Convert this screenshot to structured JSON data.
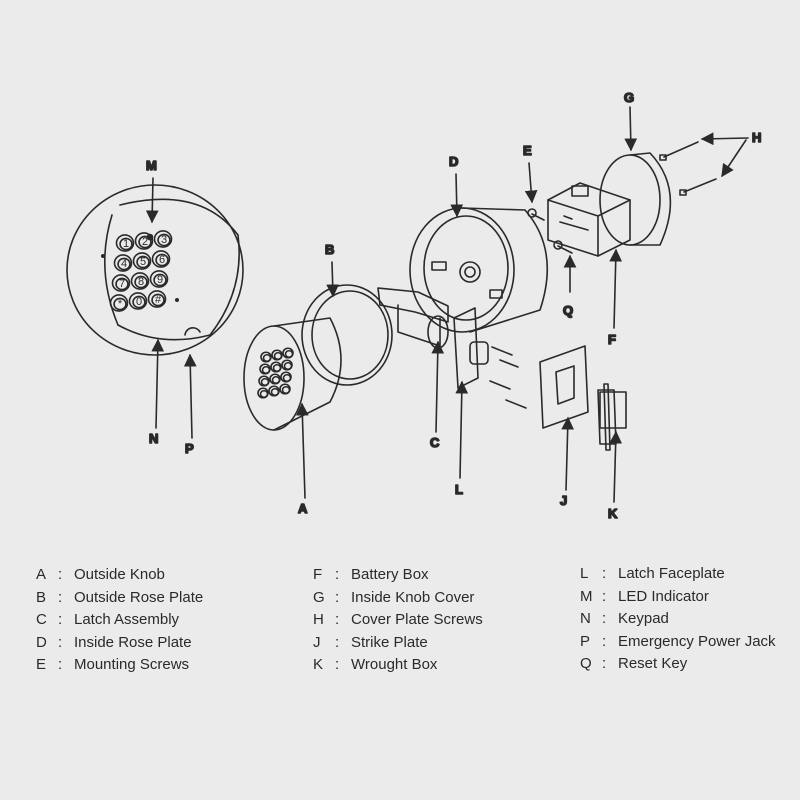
{
  "callouts": {
    "A": "A",
    "B": "B",
    "C": "C",
    "D": "D",
    "E": "E",
    "F": "F",
    "G": "G",
    "H": "H",
    "J": "J",
    "K": "K",
    "L": "L",
    "M": "M",
    "N": "N",
    "P": "P",
    "Q": "Q"
  },
  "keypad_keys": [
    "1",
    "2",
    "3",
    "4",
    "5",
    "6",
    "7",
    "8",
    "9",
    "*",
    "0",
    "#"
  ],
  "separator": ":",
  "legend": {
    "col1": [
      {
        "key": "A",
        "label": "Outside Knob"
      },
      {
        "key": "B",
        "label": "Outside Rose Plate"
      },
      {
        "key": "C",
        "label": "Latch Assembly"
      },
      {
        "key": "D",
        "label": "Inside Rose Plate"
      },
      {
        "key": "E",
        "label": "Mounting Screws"
      }
    ],
    "col2": [
      {
        "key": "F",
        "label": "Battery Box"
      },
      {
        "key": "G",
        "label": "Inside Knob Cover"
      },
      {
        "key": "H",
        "label": "Cover Plate Screws"
      },
      {
        "key": "J",
        "label": "Strike Plate"
      },
      {
        "key": "K",
        "label": "Wrought Box"
      }
    ],
    "col3": [
      {
        "key": "L",
        "label": "Latch Faceplate"
      },
      {
        "key": "M",
        "label": "LED Indicator"
      },
      {
        "key": "N",
        "label": "Keypad"
      },
      {
        "key": "P",
        "label": "Emergency Power Jack"
      },
      {
        "key": "Q",
        "label": "Reset Key"
      }
    ]
  }
}
